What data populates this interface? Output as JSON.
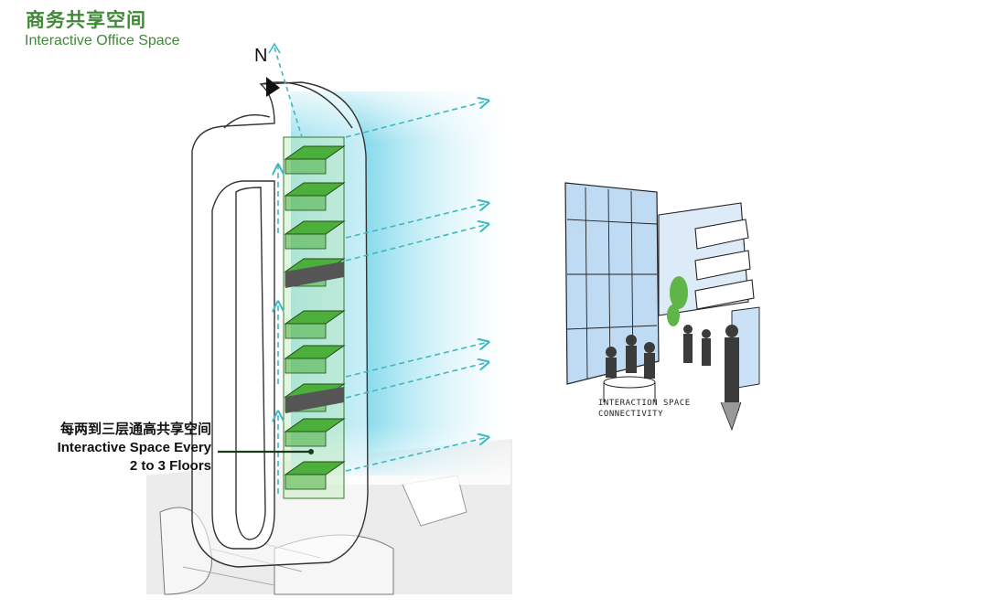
{
  "header": {
    "title_cn": "商务共享空间",
    "title_en": "Interactive Office Space"
  },
  "diagram": {
    "north_label": "N",
    "callout_cn": "每两到三层通高共享空间",
    "callout_en_line1": "Interactive Space Every",
    "callout_en_line2": "2 to 3 Floors"
  },
  "sketch_left": {
    "label_line1": "INTERACTION SPACE",
    "label_line2": "CONNECTIVITY"
  },
  "colors": {
    "accent_green": "#3f8a36",
    "floor_green": "#4caf3c",
    "glow_cyan": "#1fb8d8",
    "arrow_teal": "#3fb8c2",
    "glass_blue": "#9fc8ec",
    "dark_band": "#555555"
  },
  "icons": {
    "north_arrow": "north-arrow-icon"
  }
}
